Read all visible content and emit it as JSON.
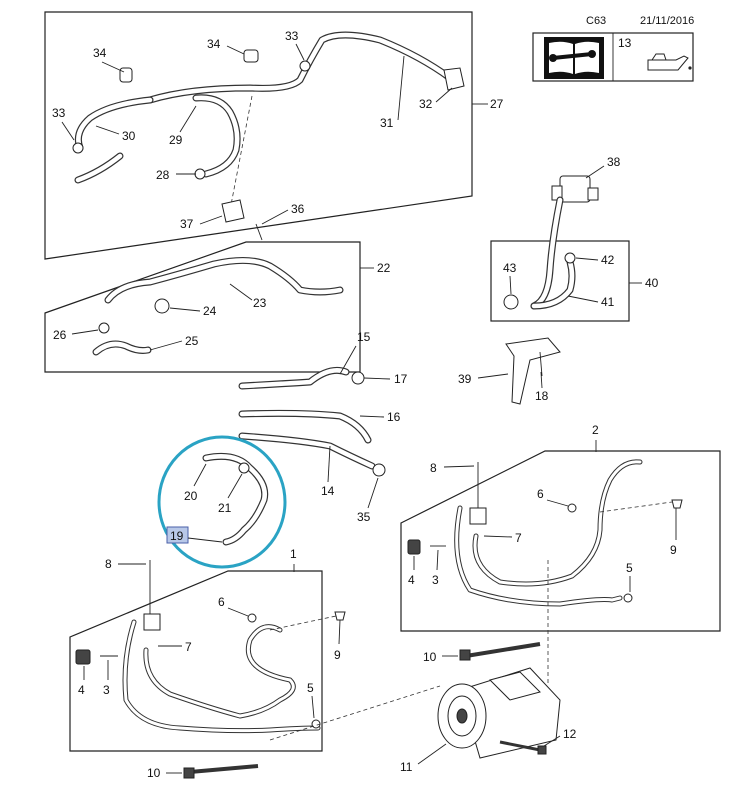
{
  "header": {
    "code": "C63",
    "date": "21/11/2016",
    "icon_ref": "13",
    "manual_icon": "book-wrench-icon",
    "oil_icon": "oil-can-icon"
  },
  "highlight": {
    "selected_part": "19",
    "circle_color": "#2aa3c4",
    "label_bg": "#b8c8e8"
  },
  "callouts": {
    "p1": "1",
    "p2": "2",
    "p3a": "3",
    "p3b": "3",
    "p4a": "4",
    "p4b": "4",
    "p5a": "5",
    "p5b": "5",
    "p6a": "6",
    "p6b": "6",
    "p7a": "7",
    "p7b": "7",
    "p8a": "8",
    "p8b": "8",
    "p9a": "9",
    "p9b": "9",
    "p10a": "10",
    "p10b": "10",
    "p11": "11",
    "p12": "12",
    "p14": "14",
    "p15": "15",
    "p16": "16",
    "p17": "17",
    "p18": "18",
    "p19": "19",
    "p20": "20",
    "p21": "21",
    "p22": "22",
    "p23": "23",
    "p24": "24",
    "p25": "25",
    "p26": "26",
    "p27": "27",
    "p28": "28",
    "p29": "29",
    "p30": "30",
    "p31": "31",
    "p32": "32",
    "p33a": "33",
    "p33b": "33",
    "p34a": "34",
    "p34b": "34",
    "p35": "35",
    "p36": "36",
    "p37": "37",
    "p38": "38",
    "p39": "39",
    "p40": "40",
    "p41": "41",
    "p42": "42",
    "p43": "43"
  }
}
